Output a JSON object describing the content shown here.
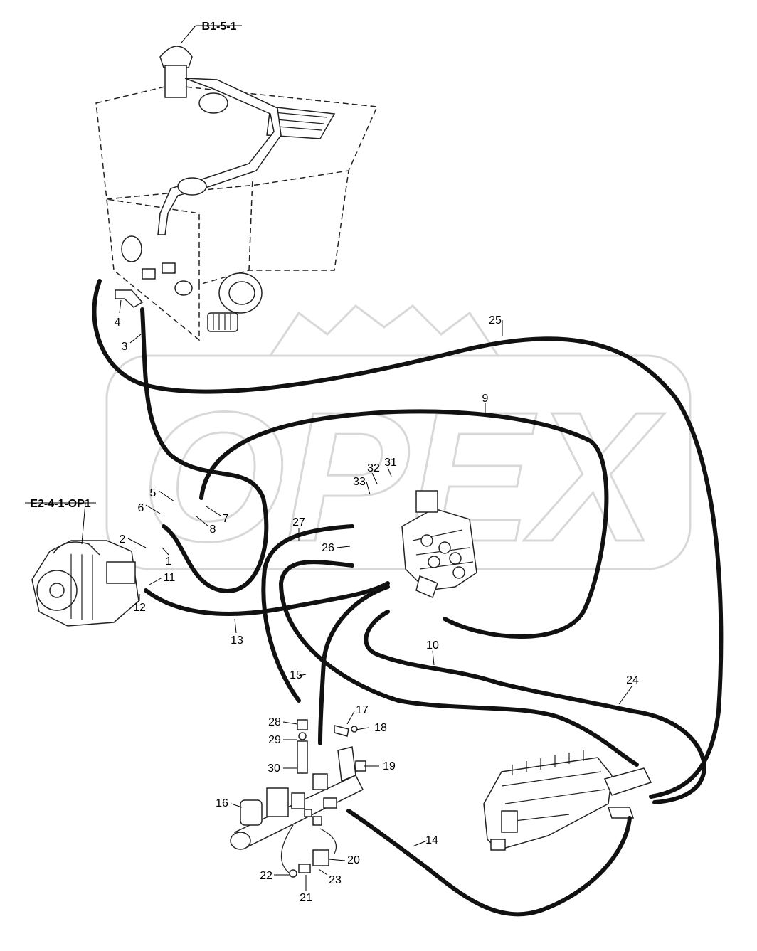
{
  "references": {
    "tank": "B1-5-1",
    "pump": "E2-4-1-OP1"
  },
  "parts": [
    "1",
    "2",
    "3",
    "4",
    "5",
    "6",
    "7",
    "8",
    "9",
    "10",
    "11",
    "12",
    "13",
    "14",
    "15",
    "16",
    "17",
    "18",
    "19",
    "20",
    "21",
    "22",
    "23",
    "24",
    "25",
    "26",
    "27",
    "28",
    "29",
    "30",
    "31",
    "32",
    "33"
  ],
  "watermark_text": "OPEX"
}
